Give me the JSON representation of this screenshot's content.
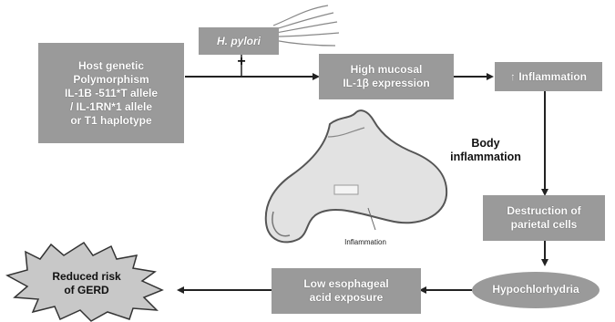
{
  "nodes": {
    "host": "Host genetic\nPolymorphism\nIL-1B -511*T allele\n/ IL-1RN*1 allele\nor T1 haplotype",
    "hpylori": "H. pylori",
    "plus": "+",
    "il1": "High mucosal\nIL-1β expression",
    "inflammation": "↑ Inflammation",
    "body_inflammation": "Body\ninflammation",
    "destruction": "Destruction of\nparietal cells",
    "hypochlorhydria": "Hypochlorhydria",
    "low_acid": "Low esophageal\nacid exposure",
    "reduced_gerd": "Reduced risk\nof GERD",
    "stomach_label": "Inflammation"
  },
  "colors": {
    "box_fill": "#9a9a9a",
    "box_text": "#ffffff",
    "arrow": "#222222",
    "stomach_fill": "#d9d9d9",
    "stomach_stroke": "#555555",
    "star_fill": "#c8c8c8"
  }
}
